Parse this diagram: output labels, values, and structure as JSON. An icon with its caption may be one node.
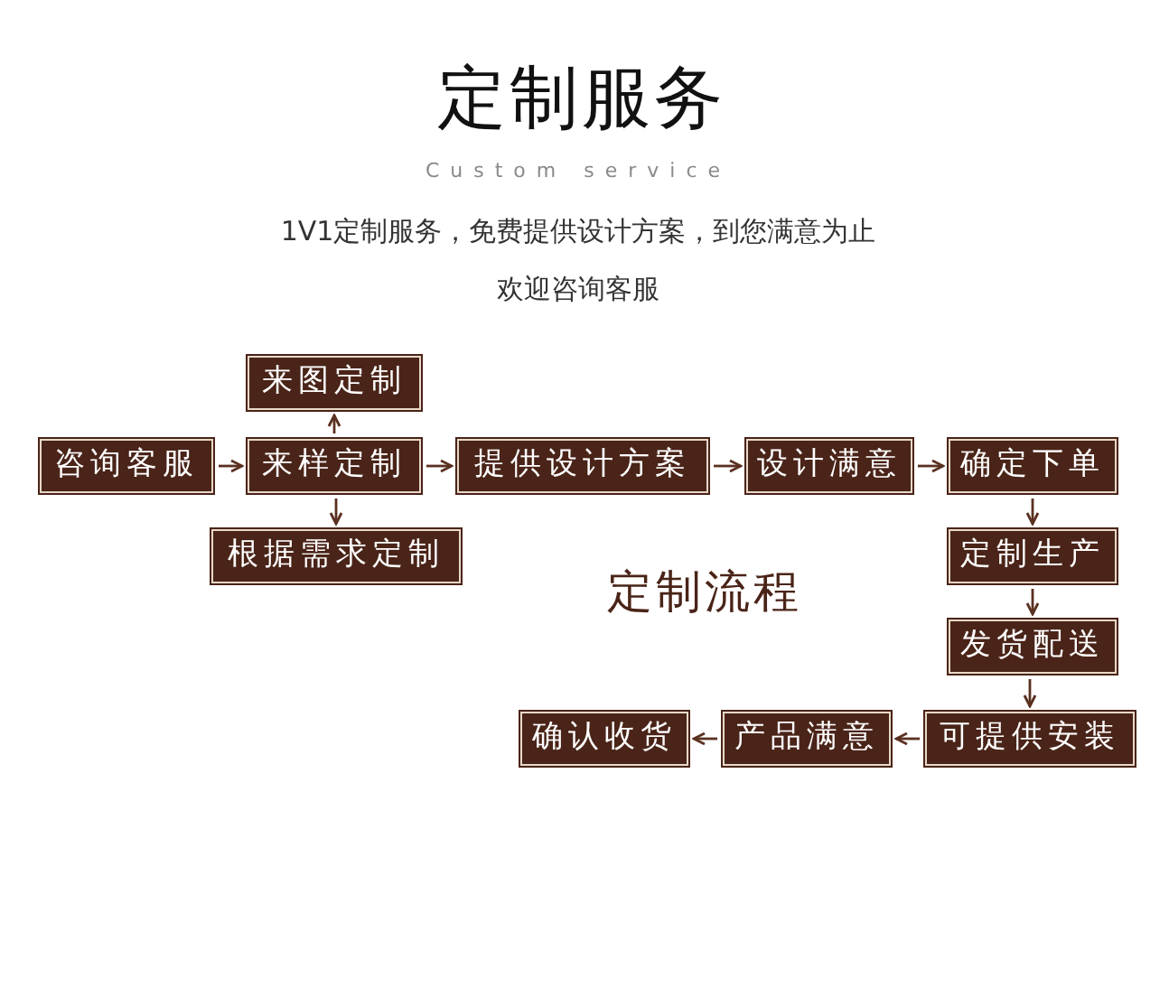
{
  "diagram": {
    "title": "定制服务",
    "nodes": [
      {
        "text": [
          "来图定制"
        ]
      },
      {
        "text": [
          "咨询客服"
        ]
      },
      {
        "text": [
          "来样定制"
        ]
      },
      {
        "text": [
          "提供设计方案"
        ]
      },
      {
        "text": [
          "设计满意"
        ]
      },
      {
        "text": [
          "确定下单"
        ]
      },
      {
        "text": [
          "根据需求定制"
        ]
      },
      {
        "text": [
          "定制生产"
        ]
      },
      {
        "text": [
          "发货配送"
        ]
      },
      {
        "text": [
          "确认收货"
        ]
      },
      {
        "text": [
          "产品满意"
        ]
      },
      {
        "text": [
          "可提供安装"
        ]
      }
    ],
    "edges": [
      {
        "from": 1,
        "to": 2,
        "arrow": "to"
      },
      {
        "from": 2,
        "to": 0,
        "arrow": "to"
      },
      {
        "from": 2,
        "to": 6,
        "arrow": "to"
      },
      {
        "from": 2,
        "to": 3,
        "arrow": "to"
      },
      {
        "from": 3,
        "to": 4,
        "arrow": "to"
      },
      {
        "from": 4,
        "to": 5,
        "arrow": "to"
      },
      {
        "from": 5,
        "to": 7,
        "arrow": "to"
      },
      {
        "from": 7,
        "to": 8,
        "arrow": "to"
      },
      {
        "from": 8,
        "to": 11,
        "arrow": "to"
      },
      {
        "from": 11,
        "to": 10,
        "arrow": "to"
      },
      {
        "from": 10,
        "to": 9,
        "arrow": "to"
      }
    ],
    "labels": [
      "Custom service",
      "1V1定制服务，免费提供设计方案，到您满意为止",
      "欢迎咨询客服",
      "定制流程"
    ]
  }
}
